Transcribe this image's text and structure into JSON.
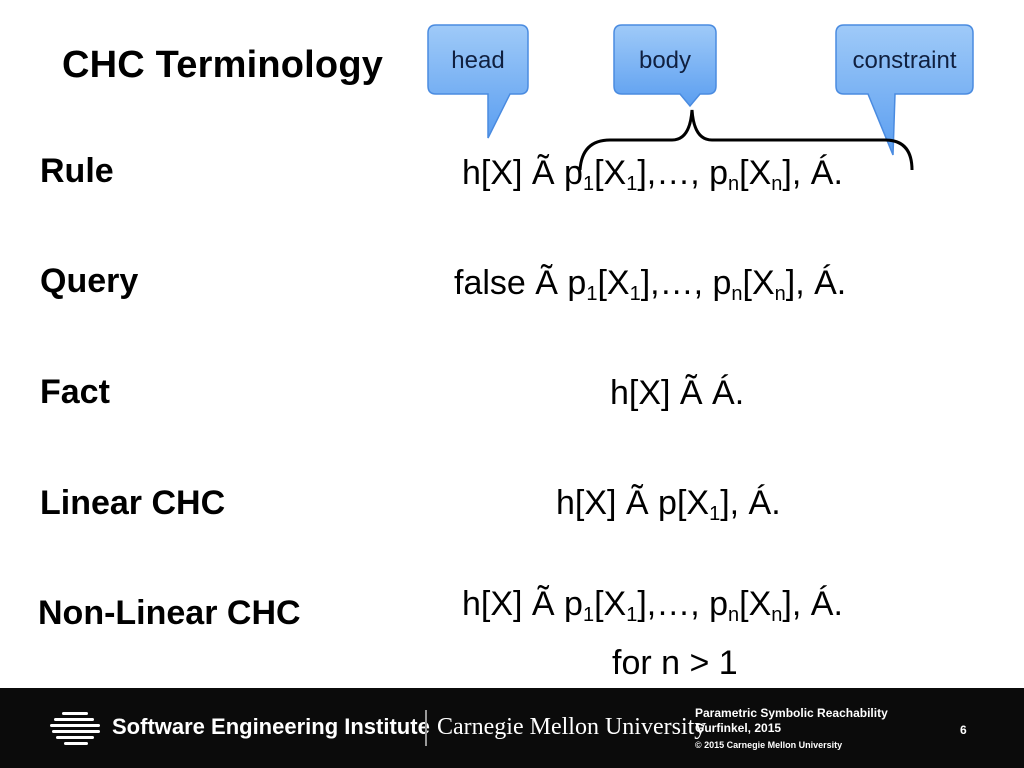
{
  "slide": {
    "title": "CHC Terminology"
  },
  "callouts": [
    {
      "label": "head",
      "color": "#6aaaf0"
    },
    {
      "label": "body",
      "color": "#6aaaf0"
    },
    {
      "label": "constraint",
      "color": "#6aaaf0"
    }
  ],
  "rows": {
    "rule": {
      "term": "Rule",
      "f1": "h[X] Ã p",
      "s1": "1",
      "f2": "[X",
      "s2": "1",
      "f3": "],…, p",
      "s3": "n",
      "f4": "[X",
      "s4": "n",
      "f5": "], Á."
    },
    "query": {
      "term": "Query",
      "f1": "false Ã p",
      "s1": "1",
      "f2": "[X",
      "s2": "1",
      "f3": "],…, p",
      "s3": "n",
      "f4": "[X",
      "s4": "n",
      "f5": "], Á."
    },
    "fact": {
      "term": "Fact",
      "f1": "h[X] Ã Á."
    },
    "linear": {
      "term": "Linear CHC",
      "f1": "h[X] Ã p[X",
      "s1": "1",
      "f2": "], Á."
    },
    "nonlinear": {
      "term": "Non-Linear CHC",
      "f1": "h[X] Ã p",
      "s1": "1",
      "f2": "[X",
      "s2": "1",
      "f3": "],…, p",
      "s3": "n",
      "f4": "[X",
      "s4": "n",
      "f5": "], Á.",
      "condition": "for n > 1"
    }
  },
  "footer": {
    "org": "Software Engineering Institute",
    "university": "Carnegie Mellon University",
    "talk_title": "Parametric Symbolic Reachability",
    "author": "Gurfinkel, 2015",
    "copyright": "© 2015 Carnegie Mellon University",
    "page": "6"
  }
}
